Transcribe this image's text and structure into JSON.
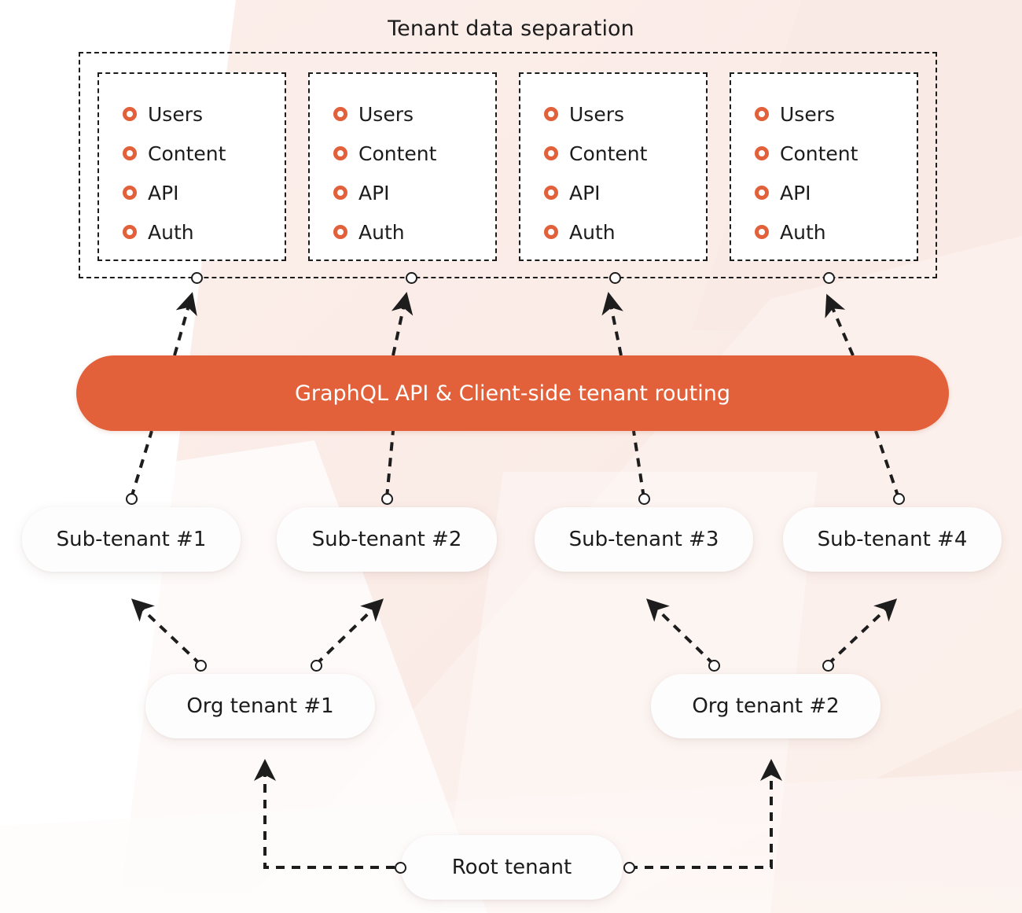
{
  "title": "Tenant data separation",
  "colors": {
    "accent": "#E2613A",
    "background": "#FBEEEA",
    "node_fill": "#FDFDFD",
    "stroke": "#1D1D1D",
    "bar_text": "#FFFFFF"
  },
  "tenant_container": {
    "label": "Tenant data separation",
    "boxes": [
      {
        "id": "tenant-box-1",
        "items": [
          "Users",
          "Content",
          "API",
          "Auth"
        ]
      },
      {
        "id": "tenant-box-2",
        "items": [
          "Users",
          "Content",
          "API",
          "Auth"
        ]
      },
      {
        "id": "tenant-box-3",
        "items": [
          "Users",
          "Content",
          "API",
          "Auth"
        ]
      },
      {
        "id": "tenant-box-4",
        "items": [
          "Users",
          "Content",
          "API",
          "Auth"
        ]
      }
    ]
  },
  "api_bar": {
    "label": "GraphQL API & Client-side tenant routing"
  },
  "sub_tenants": [
    {
      "label": "Sub-tenant #1"
    },
    {
      "label": "Sub-tenant #2"
    },
    {
      "label": "Sub-tenant #3"
    },
    {
      "label": "Sub-tenant #4"
    }
  ],
  "org_tenants": [
    {
      "label": "Org tenant #1"
    },
    {
      "label": "Org tenant #2"
    }
  ],
  "root_tenant": {
    "label": "Root tenant"
  },
  "chart_data": {
    "type": "diagram",
    "title": "Tenant data separation",
    "nodes": [
      {
        "id": "root",
        "label": "Root tenant",
        "level": 0
      },
      {
        "id": "org1",
        "label": "Org tenant #1",
        "level": 1
      },
      {
        "id": "org2",
        "label": "Org tenant #2",
        "level": 1
      },
      {
        "id": "sub1",
        "label": "Sub-tenant #1",
        "level": 2
      },
      {
        "id": "sub2",
        "label": "Sub-tenant #2",
        "level": 2
      },
      {
        "id": "sub3",
        "label": "Sub-tenant #3",
        "level": 2
      },
      {
        "id": "sub4",
        "label": "Sub-tenant #4",
        "level": 2
      },
      {
        "id": "api",
        "label": "GraphQL API & Client-side tenant routing",
        "level": 3
      },
      {
        "id": "sep1",
        "label": "Users / Content / API / Auth",
        "level": 4
      },
      {
        "id": "sep2",
        "label": "Users / Content / API / Auth",
        "level": 4
      },
      {
        "id": "sep3",
        "label": "Users / Content / API / Auth",
        "level": 4
      },
      {
        "id": "sep4",
        "label": "Users / Content / API / Auth",
        "level": 4
      }
    ],
    "edges": [
      {
        "from": "root",
        "to": "org1",
        "style": "dashed-elbow"
      },
      {
        "from": "root",
        "to": "org2",
        "style": "dashed-elbow"
      },
      {
        "from": "org1",
        "to": "sub1",
        "style": "dashed"
      },
      {
        "from": "org1",
        "to": "sub2",
        "style": "dashed"
      },
      {
        "from": "org2",
        "to": "sub3",
        "style": "dashed"
      },
      {
        "from": "org2",
        "to": "sub4",
        "style": "dashed"
      },
      {
        "from": "sub1",
        "to": "api",
        "style": "dashed"
      },
      {
        "from": "sub2",
        "to": "api",
        "style": "dashed"
      },
      {
        "from": "sub3",
        "to": "api",
        "style": "dashed"
      },
      {
        "from": "sub4",
        "to": "api",
        "style": "dashed"
      },
      {
        "from": "api",
        "to": "sep1",
        "style": "dashed"
      },
      {
        "from": "api",
        "to": "sep2",
        "style": "dashed"
      },
      {
        "from": "api",
        "to": "sep3",
        "style": "dashed"
      },
      {
        "from": "api",
        "to": "sep4",
        "style": "dashed"
      }
    ]
  }
}
